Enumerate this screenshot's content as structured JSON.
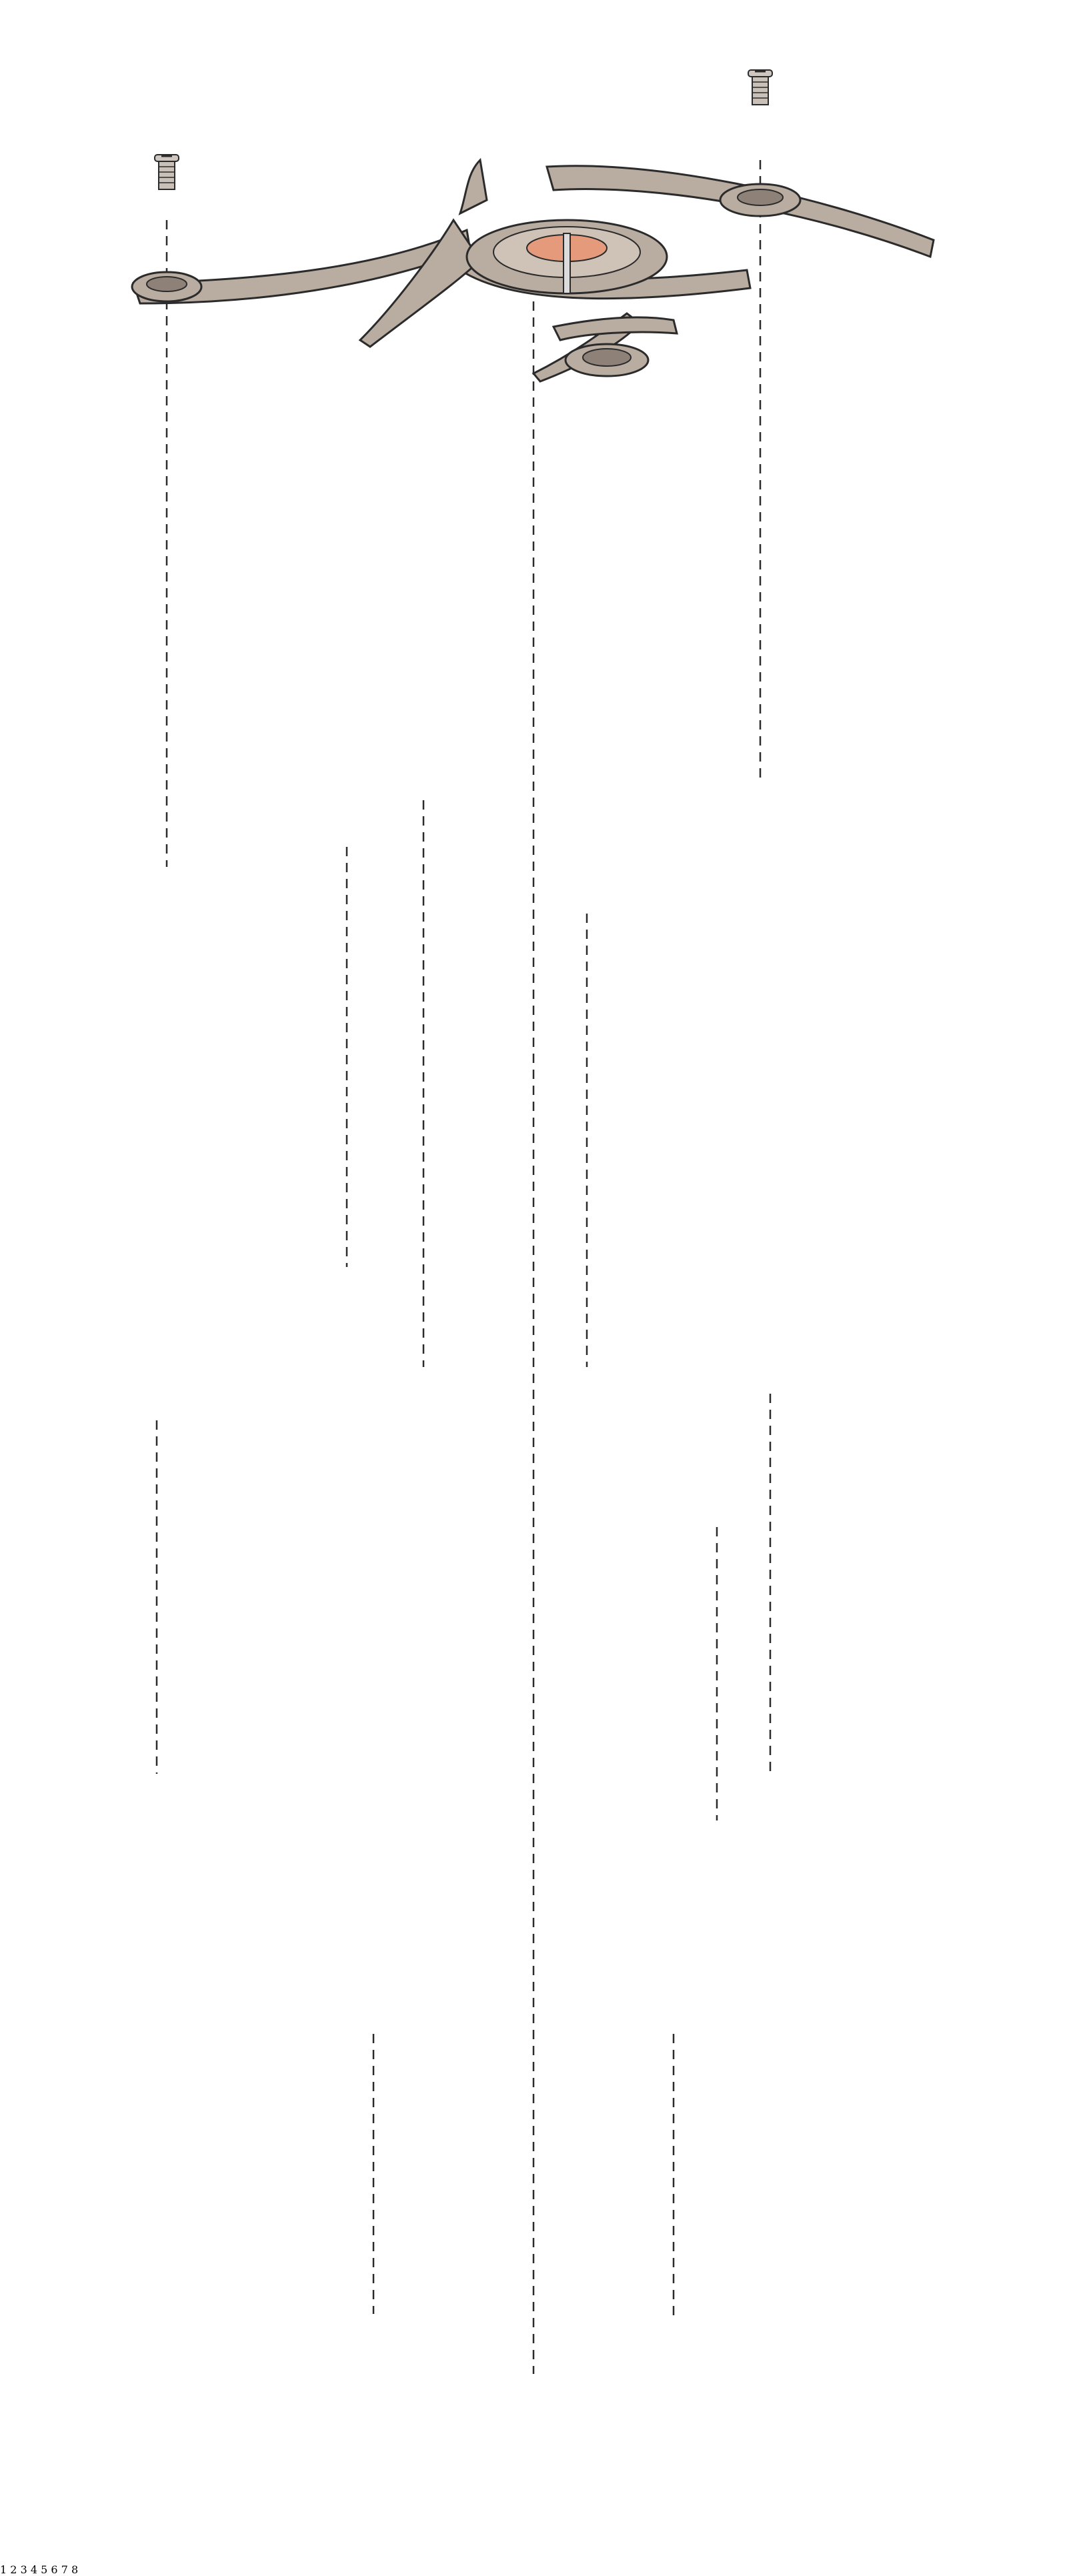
{
  "labels": {
    "part1": "1",
    "part2": "2",
    "part3": "3",
    "part4": "4",
    "part5": "5",
    "part6": "6",
    "part7": "7",
    "part8": "8"
  },
  "colors": {
    "metal_light": "#b9aca1",
    "metal_dark": "#8d8178",
    "gold": "#dea712",
    "gold_dark": "#b88400",
    "steel": "#a8a8a8",
    "case": "#7c786d",
    "case_dark": "#5f5b52",
    "ruby": "#e8739a",
    "pink_stone": "#f3a9c8",
    "line": "#2b2b2b"
  }
}
